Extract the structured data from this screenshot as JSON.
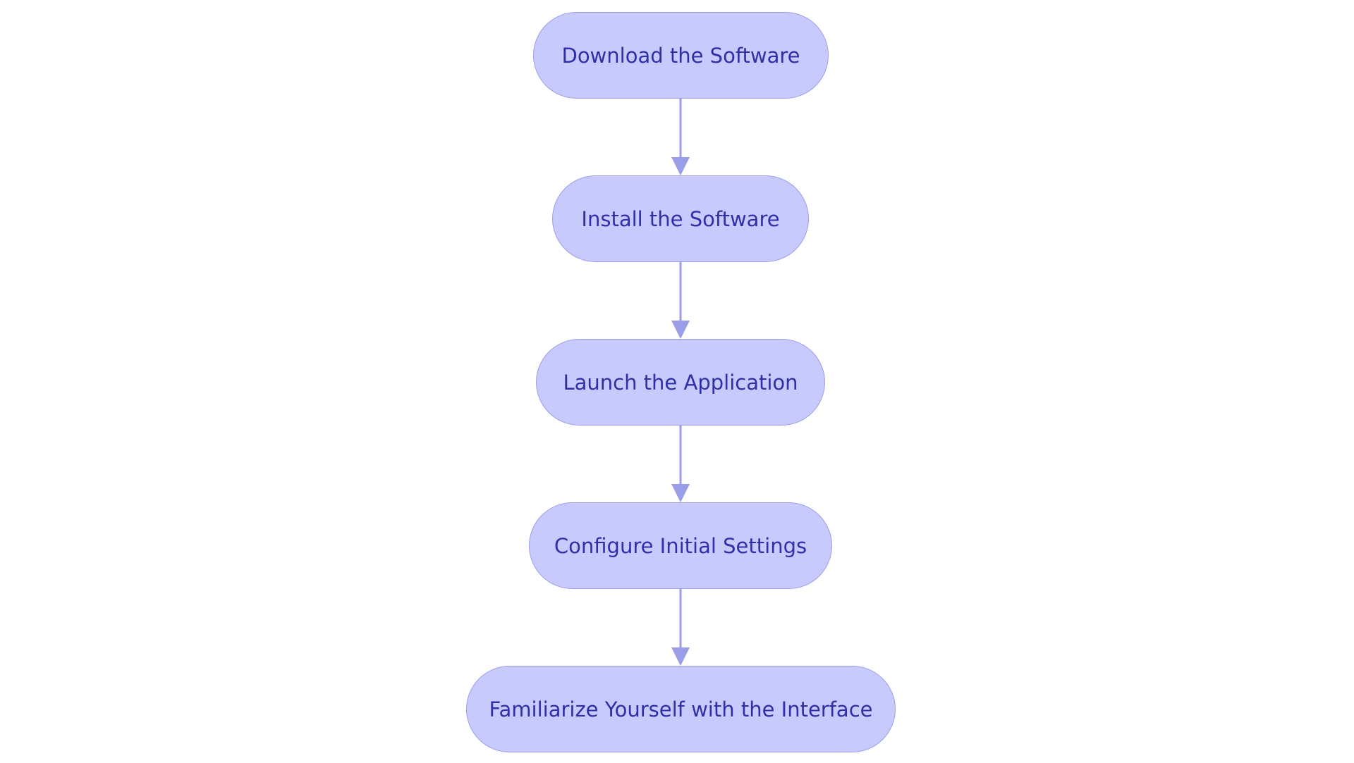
{
  "flowchart": {
    "steps": [
      {
        "label": "Download the Software"
      },
      {
        "label": "Install the Software"
      },
      {
        "label": "Launch the Application"
      },
      {
        "label": "Configure Initial Settings"
      },
      {
        "label": "Familiarize Yourself with the Interface"
      }
    ]
  },
  "colors": {
    "node_fill": "#c8cafe",
    "node_border": "#9a9ee8",
    "text": "#2f2fa8",
    "arrow": "#9a9ee8",
    "background": "#ffffff"
  }
}
